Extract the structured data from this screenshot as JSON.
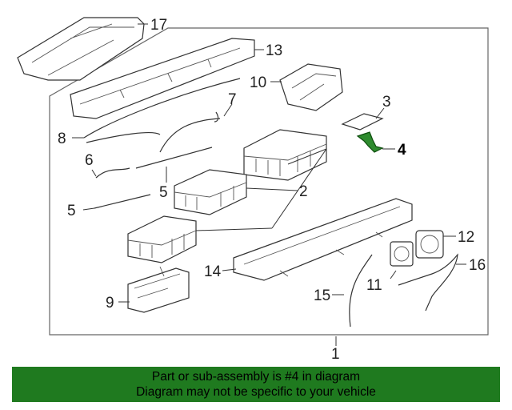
{
  "callouts": {
    "c1": "1",
    "c2": "2",
    "c3": "3",
    "c4": "4",
    "c5a": "5",
    "c5b": "5",
    "c6": "6",
    "c7": "7",
    "c8": "8",
    "c9": "9",
    "c10": "10",
    "c11": "11",
    "c12": "12",
    "c13": "13",
    "c14": "14",
    "c15": "15",
    "c16": "16",
    "c17": "17"
  },
  "highlight": {
    "part_number": "4",
    "color": "#1f7a1f"
  },
  "banner": {
    "line1": "Part or sub-assembly is #4 in diagram",
    "line2": "Diagram may not be specific to your vehicle",
    "color": "#1f7a1f"
  }
}
